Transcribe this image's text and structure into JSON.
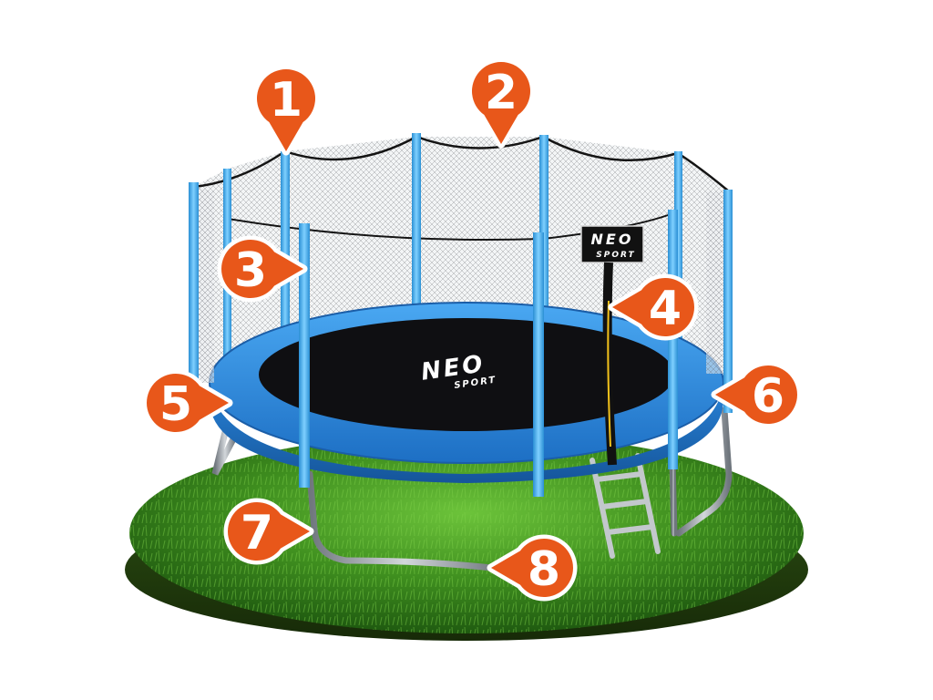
{
  "image": {
    "subject": "trampoline with safety net on a grass disc",
    "colors": {
      "marker_fill": "#e8571a",
      "marker_ring": "#ffffff",
      "pad_blue": "#2f8ee6",
      "mat": "#0f0f12",
      "pole_blue": "#4ab4f0",
      "grass": "#3f8f1f",
      "frame_metal": "#9aa0a6"
    }
  },
  "logo": {
    "top_line": "NEO",
    "bottom_line": "SPORT"
  },
  "markers": [
    {
      "number": "1",
      "points_to": "net-top-pole"
    },
    {
      "number": "2",
      "points_to": "net-top-rope"
    },
    {
      "number": "3",
      "points_to": "net-pole"
    },
    {
      "number": "4",
      "points_to": "net-entrance-zip"
    },
    {
      "number": "5",
      "points_to": "spring-pad-left"
    },
    {
      "number": "6",
      "points_to": "spring-pad-right"
    },
    {
      "number": "7",
      "points_to": "leg-joint"
    },
    {
      "number": "8",
      "points_to": "w-leg-base"
    }
  ]
}
